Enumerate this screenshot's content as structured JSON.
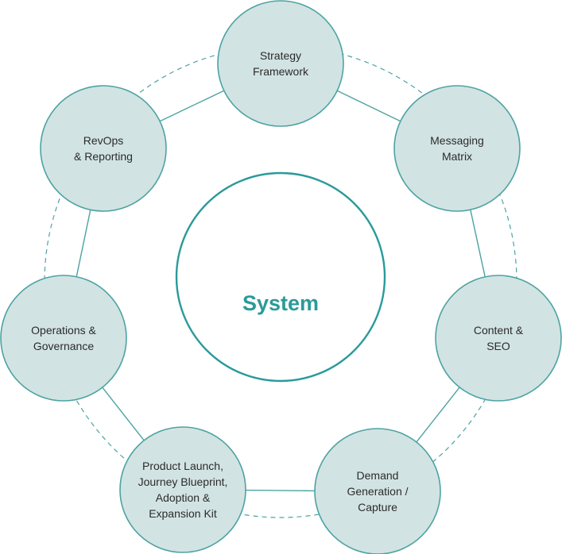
{
  "center": {
    "label": "System"
  },
  "nodes": [
    {
      "id": "strategy-framework",
      "lines": [
        "Strategy",
        "Framework"
      ]
    },
    {
      "id": "messaging-matrix",
      "lines": [
        "Messaging",
        "Matrix"
      ]
    },
    {
      "id": "content-seo",
      "lines": [
        "Content &",
        "SEO"
      ]
    },
    {
      "id": "demand-generation-capture",
      "lines": [
        "Demand",
        "Generation /",
        "Capture"
      ]
    },
    {
      "id": "product-launch",
      "lines": [
        "Product Launch,",
        "Journey Blueprint,",
        "Adoption &",
        "Expansion Kit"
      ]
    },
    {
      "id": "operations-governance",
      "lines": [
        "Operations &",
        "Governance"
      ]
    },
    {
      "id": "revops-reporting",
      "lines": [
        "RevOps",
        "& Reporting"
      ]
    }
  ],
  "colors": {
    "node_fill": "#d2e3e3",
    "accent": "#2a9a9a",
    "stroke": "#4da3a3",
    "text": "#2b2b2b"
  }
}
